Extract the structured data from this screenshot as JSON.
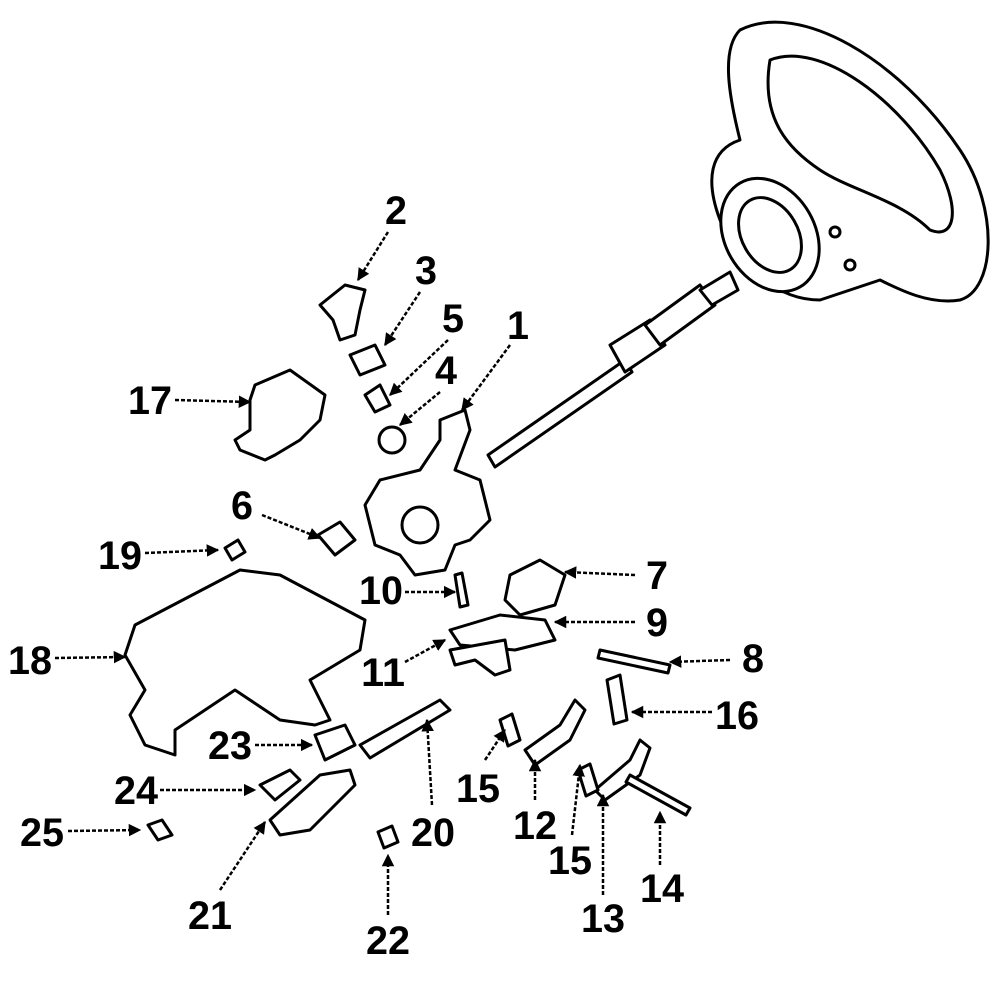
{
  "diagram": {
    "type": "exploded parts diagram",
    "line_color": "#000000",
    "background": "#ffffff",
    "callouts": [
      "1",
      "2",
      "3",
      "4",
      "5",
      "6",
      "7",
      "8",
      "9",
      "10",
      "11",
      "12",
      "13",
      "14",
      "15",
      "15",
      "16",
      "17",
      "18",
      "19",
      "20",
      "21",
      "22",
      "23",
      "24",
      "25"
    ]
  }
}
